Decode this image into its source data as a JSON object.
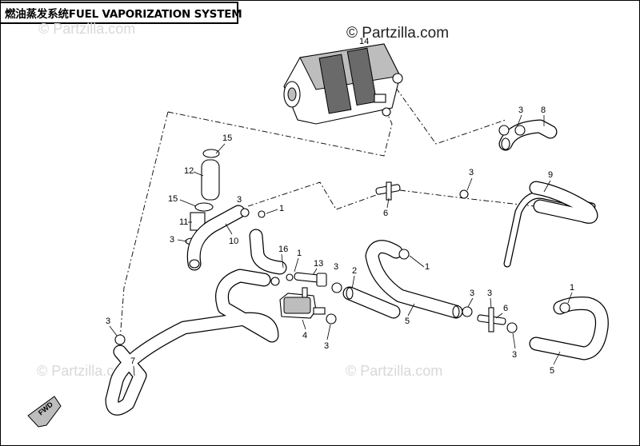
{
  "title": "燃油蒸发系统FUEL VAPORIZATION SYSTEM",
  "watermark": "© Partzilla.com",
  "fwd_label": "FWD",
  "callouts": {
    "c14": "14",
    "c3a": "3",
    "c8": "8",
    "c15a": "15",
    "c12": "12",
    "c15b": "15",
    "c11": "11",
    "c3b": "3",
    "c10": "10",
    "c3c": "3",
    "c1a": "1",
    "c6a": "6",
    "c3d": "3",
    "c9": "9",
    "c16": "16",
    "c1b": "1",
    "c13": "13",
    "c3e": "3",
    "c2": "2",
    "c4": "4",
    "c3f": "3",
    "c1c": "1",
    "c5a": "5",
    "c3g": "3",
    "c6b": "6",
    "c3h": "3",
    "c1d": "1",
    "c5b": "5",
    "c3i": "3",
    "c7": "7"
  },
  "colors": {
    "ink": "#000000",
    "watermark": "#d8d8d8",
    "shade": "#bdbdbd"
  }
}
